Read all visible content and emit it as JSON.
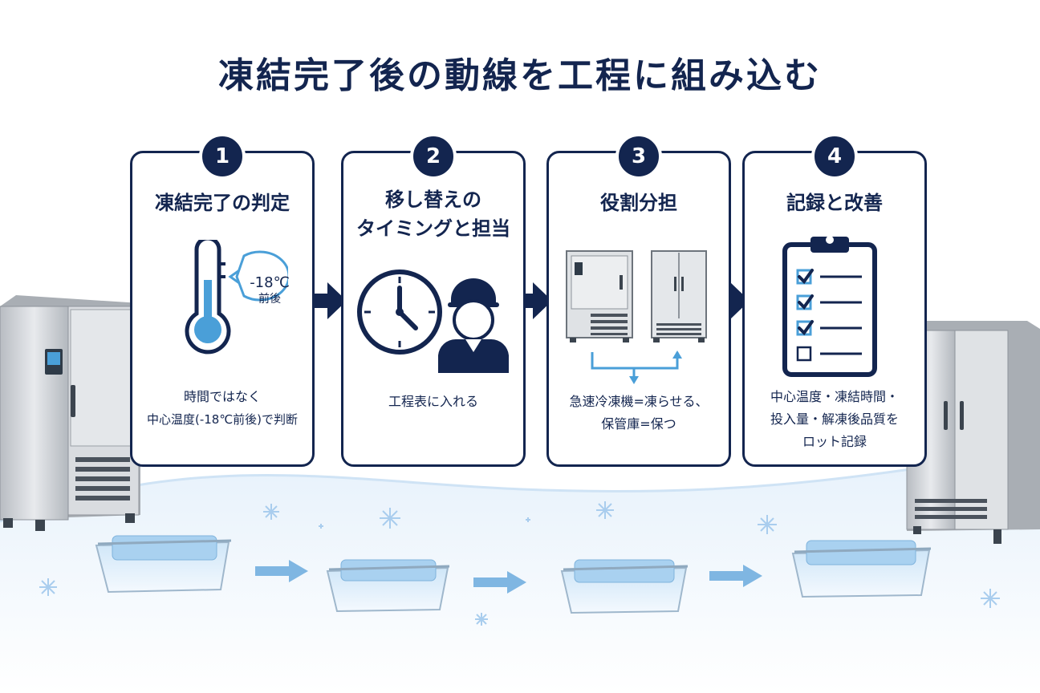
{
  "title": "凍結完了後の動線を工程に組み込む",
  "steps": [
    {
      "number": "1",
      "title_lines": [
        "凍結完了の判定"
      ],
      "desc_lines": [
        "時間ではなく",
        "中心温度(-18℃前後)で判断"
      ],
      "bubble_lines": [
        "-18℃",
        "前後"
      ]
    },
    {
      "number": "2",
      "title_lines": [
        "移し替えの",
        "タイミングと担当"
      ],
      "desc_lines": [
        "工程表に入れる"
      ]
    },
    {
      "number": "3",
      "title_lines": [
        "役割分担"
      ],
      "desc_lines": [
        "急速冷凍機=凍らせる、",
        "保管庫=保つ"
      ]
    },
    {
      "number": "4",
      "title_lines": [
        "記録と改善"
      ],
      "desc_lines": [
        "中心温度・凍結時間・",
        "投入量・解凍後品質を",
        "ロット記録"
      ]
    }
  ],
  "colors": {
    "navy": "#13254f",
    "accent_blue": "#4a9fd8",
    "light_blue": "#dcecf9",
    "steel": "#c9cdd2"
  },
  "icons": {
    "step1": "thermometer-icon",
    "step2": [
      "clock-icon",
      "worker-icon"
    ],
    "step3": [
      "blast-freezer-icon",
      "storage-freezer-icon"
    ],
    "step4": "clipboard-checklist-icon"
  }
}
